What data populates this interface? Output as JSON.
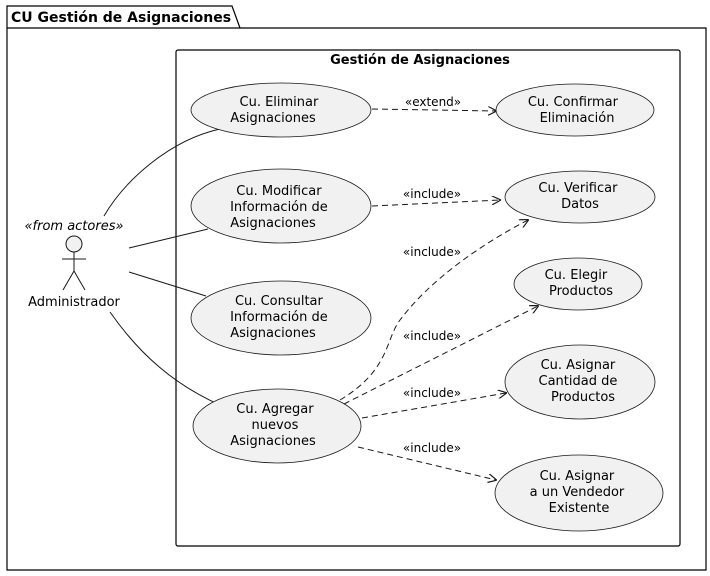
{
  "package": {
    "title": "CU Gestión de Asignaciones"
  },
  "system": {
    "title": "Gestión de Asignaciones"
  },
  "actor": {
    "name": "Administrador",
    "stereotype": "«from actores»"
  },
  "use_cases": {
    "eliminar": [
      "Cu. Eliminar",
      "Asignaciones"
    ],
    "modificar": [
      "Cu. Modificar",
      "Información de",
      "Asignaciones"
    ],
    "consultar": [
      "Cu. Consultar",
      "Información de",
      "Asignaciones"
    ],
    "agregar": [
      "Cu. Agregar",
      "nuevos",
      "Asignaciones"
    ],
    "confirmar": [
      "Cu. Confirmar",
      "Eliminación"
    ],
    "verificar": [
      "Cu. Verificar",
      "Datos"
    ],
    "elegir": [
      "Cu. Elegir",
      "Productos"
    ],
    "cantidad": [
      "Cu. Asignar",
      "Cantidad de",
      "Productos"
    ],
    "vendedor": [
      "Cu. Asignar",
      "a un Vendedor",
      "Existente"
    ]
  },
  "relations": {
    "extend": "«extend»",
    "include": "«include»"
  }
}
